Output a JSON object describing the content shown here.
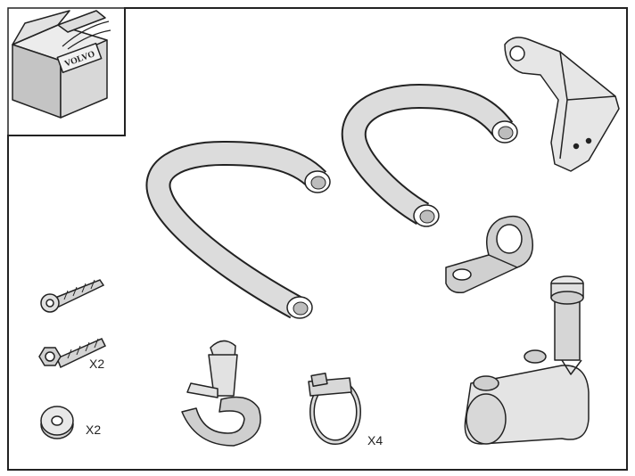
{
  "kit_box": {
    "brand": "VOLVO"
  },
  "parts": [
    {
      "id": "clip-bracket",
      "quantity": ""
    },
    {
      "id": "hose-large-u",
      "quantity": ""
    },
    {
      "id": "hose-small-u",
      "quantity": ""
    },
    {
      "id": "p-clamp",
      "quantity": ""
    },
    {
      "id": "screw-torx",
      "quantity": ""
    },
    {
      "id": "bolt-hex-flange",
      "quantity": "X2"
    },
    {
      "id": "washer",
      "quantity": "X2"
    },
    {
      "id": "hose-holder-clip",
      "quantity": ""
    },
    {
      "id": "hose-clamp",
      "quantity": "X4"
    },
    {
      "id": "heater-element",
      "quantity": ""
    }
  ],
  "colors": {
    "line": "#222222",
    "shade": "#d9d9d9",
    "shade_dark": "#bdbdbd"
  }
}
